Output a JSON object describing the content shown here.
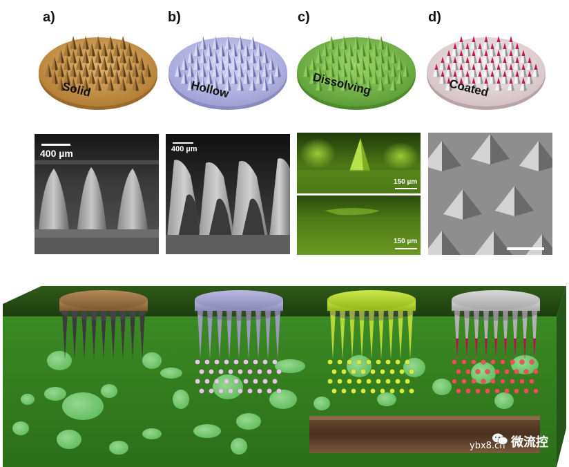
{
  "panels": [
    {
      "letter": "a)",
      "label": "Solid",
      "color": "#c9964c"
    },
    {
      "letter": "b)",
      "label": "Hollow",
      "color": "#b3b5e6"
    },
    {
      "letter": "c)",
      "label": "Dissolving",
      "color": "#7fbf4e"
    },
    {
      "letter": "d)",
      "label": "Coated",
      "color": "#ead9dc"
    }
  ],
  "micrographs": {
    "solid_scale": "400 µm",
    "hollow_scale": "400 µm",
    "dissolving_scale_top": "150 µm",
    "dissolving_scale_bottom": "150 µm"
  },
  "watermark": {
    "site": "ybx8.cn",
    "account": "微流控"
  }
}
